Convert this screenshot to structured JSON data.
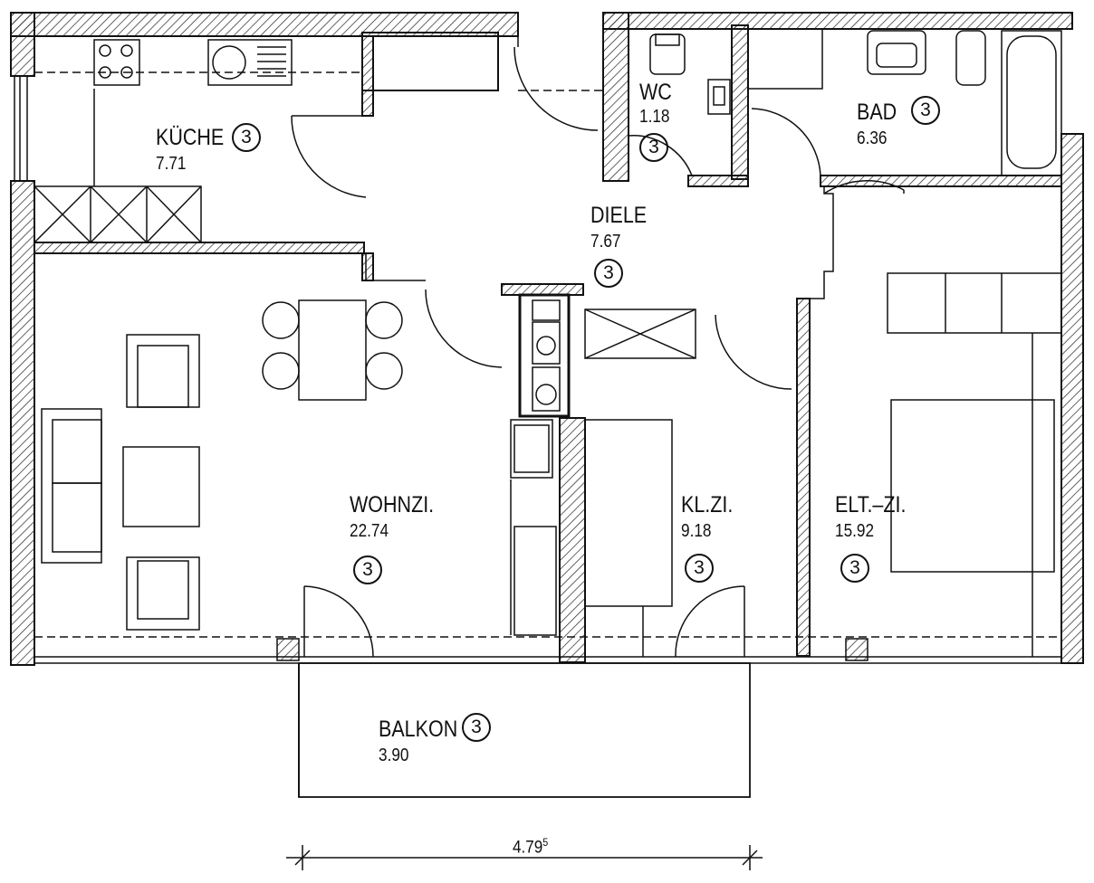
{
  "rooms": {
    "kueche": {
      "name": "KÜCHE",
      "area": "7.71",
      "badge": "3"
    },
    "wc": {
      "name": "WC",
      "area": "1.18",
      "badge": "3"
    },
    "bad": {
      "name": "BAD",
      "area": "6.36",
      "badge": "3"
    },
    "diele": {
      "name": "DIELE",
      "area": "7.67",
      "badge": "3"
    },
    "wohnzi": {
      "name": "WOHNZI.",
      "area": "22.74",
      "badge": "3"
    },
    "klzi": {
      "name": "KL.ZI.",
      "area": "9.18",
      "badge": "3"
    },
    "eltzi": {
      "name": "ELT.–ZI.",
      "area": "15.92",
      "badge": "3"
    },
    "balkon": {
      "name": "BALKON",
      "area": "3.90",
      "badge": "3"
    }
  },
  "dimension": {
    "value": "4.79",
    "superscript": "5"
  },
  "colors": {
    "line": "#111111",
    "background": "#ffffff"
  }
}
